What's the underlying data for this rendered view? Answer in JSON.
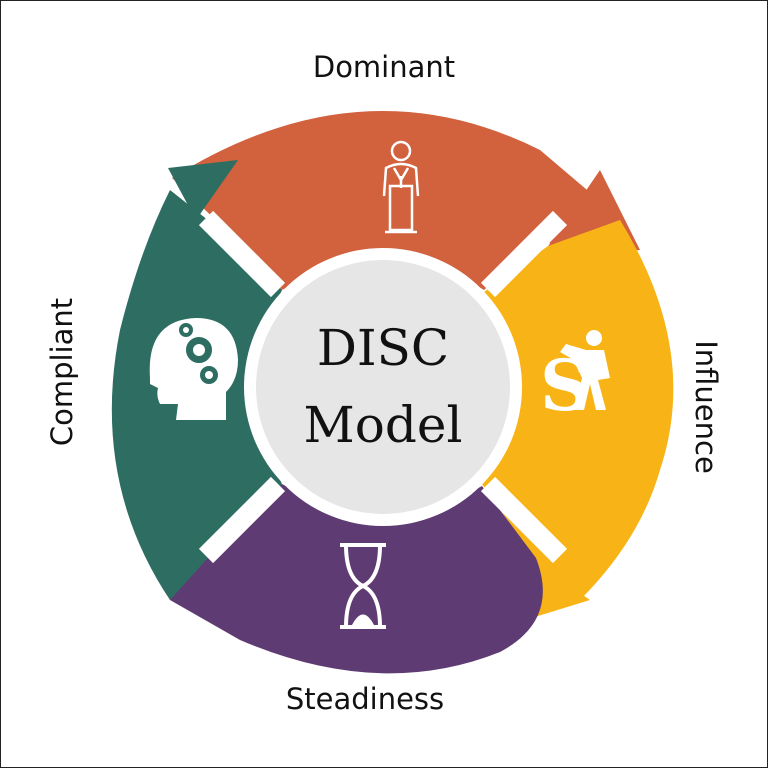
{
  "title_lines": [
    "DISC",
    "Model"
  ],
  "segments": [
    {
      "key": "dominant",
      "label": "Dominant",
      "color": "#D2613E",
      "icon": "speaker-at-podium-icon"
    },
    {
      "key": "influence",
      "label": "Influence",
      "color": "#F8B416",
      "icon": "person-with-s-icon"
    },
    {
      "key": "steadiness",
      "label": "Steadiness",
      "color": "#5F3B73",
      "icon": "hourglass-icon"
    },
    {
      "key": "compliant",
      "label": "Compliant",
      "color": "#2E6E62",
      "icon": "head-with-gears-icon"
    }
  ],
  "center_color": "#E6E6E6"
}
